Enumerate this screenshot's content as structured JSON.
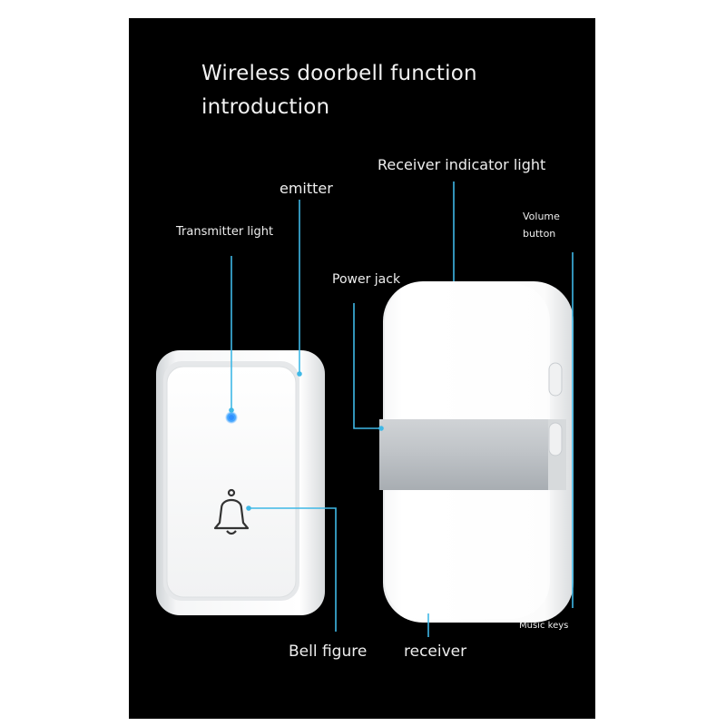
{
  "title": {
    "line1": "Wireless doorbell function",
    "line2": "introduction"
  },
  "labels": {
    "receiver_indicator_light": "Receiver indicator light",
    "emitter": "emitter",
    "volume_button_line1": "Volume",
    "volume_button_line2": "button",
    "transmitter_light": "Transmitter light",
    "power_jack": "Power jack",
    "music_keys": "Music keys",
    "bell_figure": "Bell figure",
    "receiver": "receiver"
  },
  "colors": {
    "background": "#000000",
    "leader_line": "#3fb8e6",
    "indicator_led": "#3aa0ff",
    "device_body": "#f7f7f7"
  }
}
